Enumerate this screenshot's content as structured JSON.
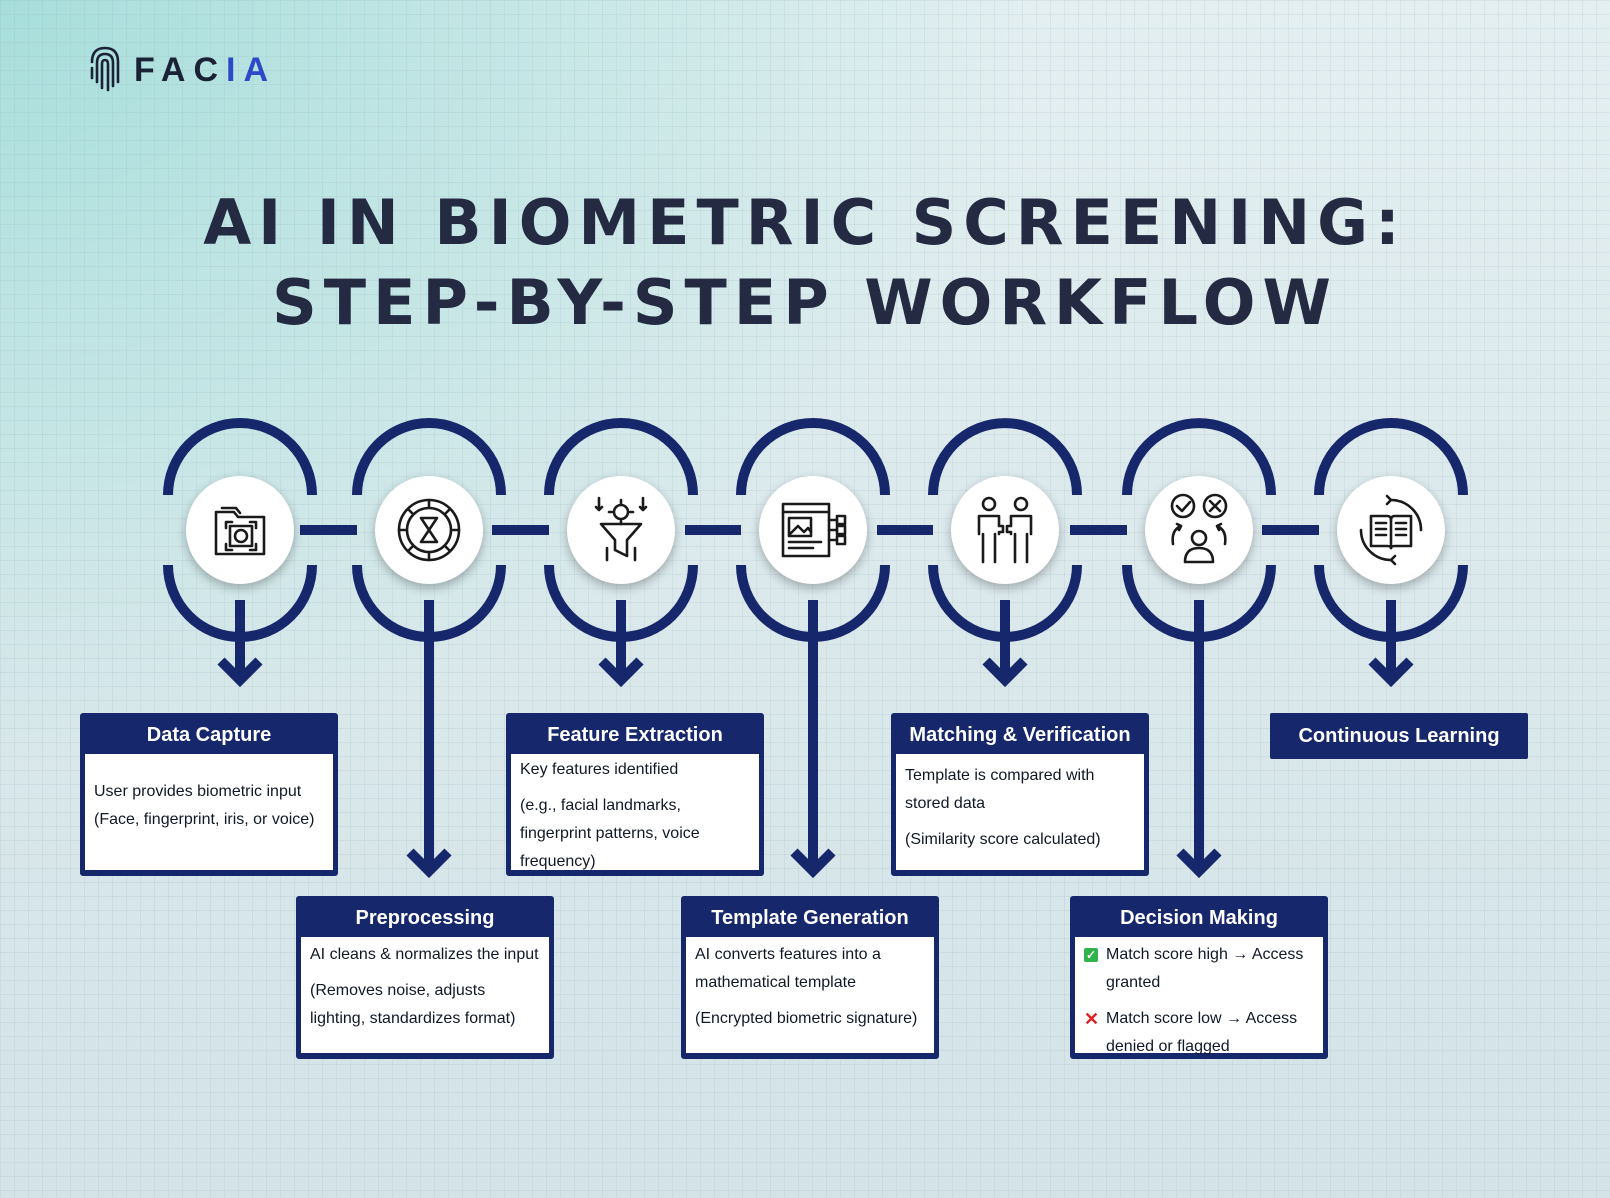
{
  "brand": {
    "name_a": "FAC",
    "name_b": "IA",
    "icon": "fingerprint-icon"
  },
  "title": {
    "line1": "AI IN BIOMETRIC SCREENING:",
    "line2": "STEP-BY-STEP WORKFLOW"
  },
  "colors": {
    "navy": "#16276b",
    "ring": "#16276b",
    "accent_blue": "#2d49c7",
    "check_green": "#2fb34a",
    "cross_red": "#e02020"
  },
  "steps": [
    {
      "icon": "folder-face-scan-icon",
      "label": "Data Capture",
      "lines": [
        "User provides biometric input (Face, fingerprint, iris, or voice)"
      ]
    },
    {
      "icon": "gear-hourglass-icon",
      "label": "Preprocessing",
      "lines": [
        "AI cleans & normalizes the input",
        "(Removes noise, adjusts lighting, standardizes format)"
      ]
    },
    {
      "icon": "gear-funnel-icon",
      "label": "Feature Extraction",
      "lines": [
        "Key features identified",
        "(e.g., facial landmarks, fingerprint patterns, voice frequency)"
      ]
    },
    {
      "icon": "browser-template-icon",
      "label": "Template Generation",
      "lines": [
        "AI converts features into a mathematical template",
        "(Encrypted biometric signature)"
      ]
    },
    {
      "icon": "people-puzzle-icon",
      "label": "Matching & Verification",
      "lines": [
        "Template is compared with stored data",
        "(Similarity score calculated)"
      ]
    },
    {
      "icon": "person-decision-icon",
      "label": "Decision Making",
      "items": [
        {
          "marker": "check",
          "text": "Match score high → Access granted"
        },
        {
          "marker": "cross",
          "text": "Match score low → Access denied or flagged"
        }
      ]
    },
    {
      "icon": "book-cycle-icon",
      "label": "Continuous Learning"
    }
  ]
}
